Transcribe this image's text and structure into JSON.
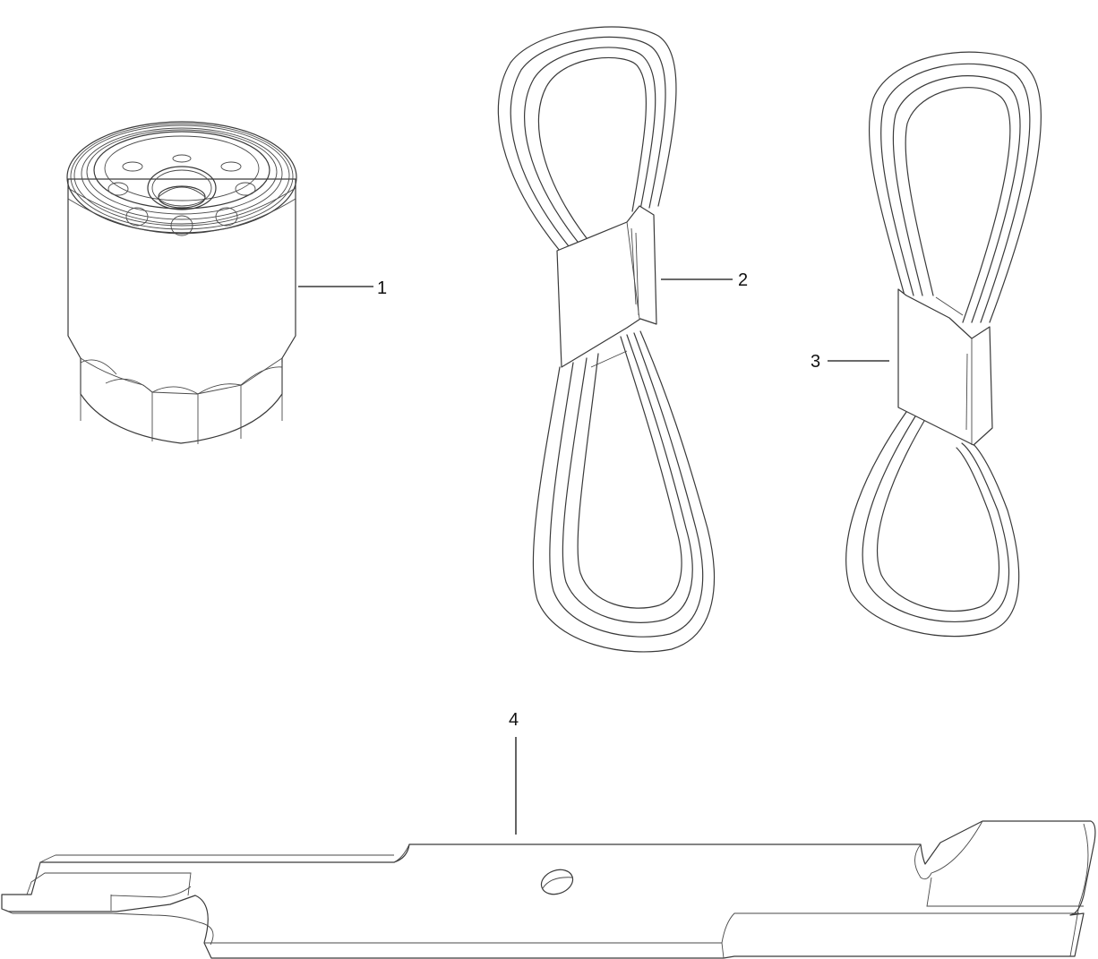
{
  "diagram": {
    "background": "#ffffff",
    "line_color": "#3a3a3a",
    "parts": [
      {
        "callout": "1",
        "name": "oil-filter"
      },
      {
        "callout": "2",
        "name": "belt"
      },
      {
        "callout": "3",
        "name": "belt"
      },
      {
        "callout": "4",
        "name": "mower-blade"
      }
    ]
  }
}
